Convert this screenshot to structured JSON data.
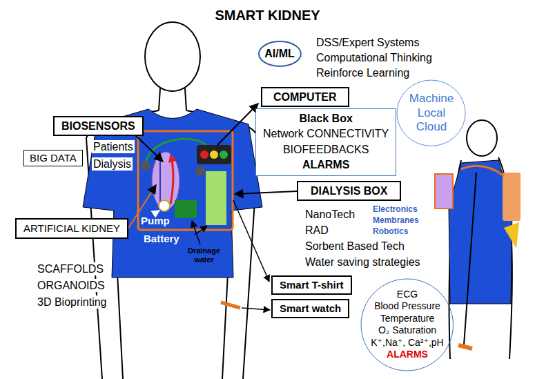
{
  "diagram": {
    "title": "SMART KIDNEY",
    "nodes": [
      {
        "text": [
          "AI/ML"
        ]
      },
      {
        "text": [
          "COMPUTER"
        ]
      },
      {
        "text": [
          "Black Box",
          "Network CONNECTIVITY",
          "BIOFEEDBACKS",
          "ALARMS"
        ]
      },
      {
        "text": [
          "Machine Local Cloud"
        ]
      },
      {
        "text": [
          "BIOSENSORS"
        ]
      },
      {
        "text": [
          "BIG DATA"
        ]
      },
      {
        "text": [
          "DIALYSIS BOX"
        ]
      },
      {
        "text": [
          "ARTIFICIAL KIDNEY"
        ]
      },
      {
        "text": [
          "Smart T-shirt"
        ]
      },
      {
        "text": [
          "Smart watch"
        ]
      },
      {
        "text": [
          "ECG",
          "Blood Pressure",
          "Temperature",
          "O₂ Saturation",
          "K⁺,Na⁺, Ca²⁺,pH",
          "ALARMS"
        ]
      }
    ],
    "labels": [
      "DSS/Expert Systems",
      "Computational Thinking",
      "Reinforce Learning",
      "Patients",
      "Dialysis",
      "NanoTech",
      "RAD",
      "Sorbent Based Tech",
      "Water saving strategies",
      "Electronics",
      "Membranes",
      "Robotics",
      "SCAFFOLDS",
      "ORGANOIDS",
      "3D Bioprinting",
      "Pump",
      "Battery",
      "Drainage water"
    ]
  }
}
